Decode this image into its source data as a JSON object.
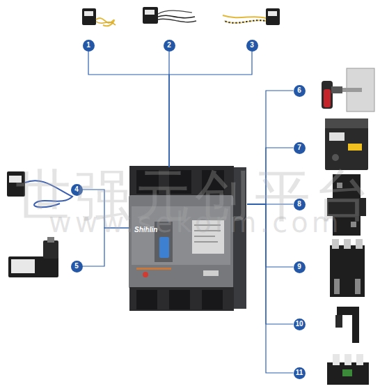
{
  "diagram": {
    "nodes": [
      {
        "text": [
          "1"
        ]
      },
      {
        "text": [
          "2"
        ]
      },
      {
        "text": [
          "3"
        ]
      },
      {
        "text": [
          "4"
        ]
      },
      {
        "text": [
          "5"
        ]
      },
      {
        "text": [
          "6"
        ]
      },
      {
        "text": [
          "7"
        ]
      },
      {
        "text": [
          "8"
        ]
      },
      {
        "text": [
          "9"
        ]
      },
      {
        "text": [
          "10"
        ]
      },
      {
        "text": [
          "11"
        ]
      },
      {
        "text": [
          "Shihlin"
        ]
      }
    ],
    "edges": [
      {
        "from": 0,
        "to": 11,
        "arrow": "none"
      },
      {
        "from": 1,
        "to": 11,
        "arrow": "none"
      },
      {
        "from": 2,
        "to": 11,
        "arrow": "none"
      },
      {
        "from": 3,
        "to": 11,
        "arrow": "none"
      },
      {
        "from": 4,
        "to": 11,
        "arrow": "none"
      },
      {
        "from": 5,
        "to": 11,
        "arrow": "none"
      },
      {
        "from": 6,
        "to": 11,
        "arrow": "none"
      },
      {
        "from": 7,
        "to": 11,
        "arrow": "none"
      },
      {
        "from": 8,
        "to": 11,
        "arrow": "none"
      },
      {
        "from": 9,
        "to": 11,
        "arrow": "none"
      },
      {
        "from": 10,
        "to": 11,
        "arrow": "none"
      }
    ],
    "labels": [
      "世强元创平台",
      "www.sekorm.com"
    ]
  }
}
